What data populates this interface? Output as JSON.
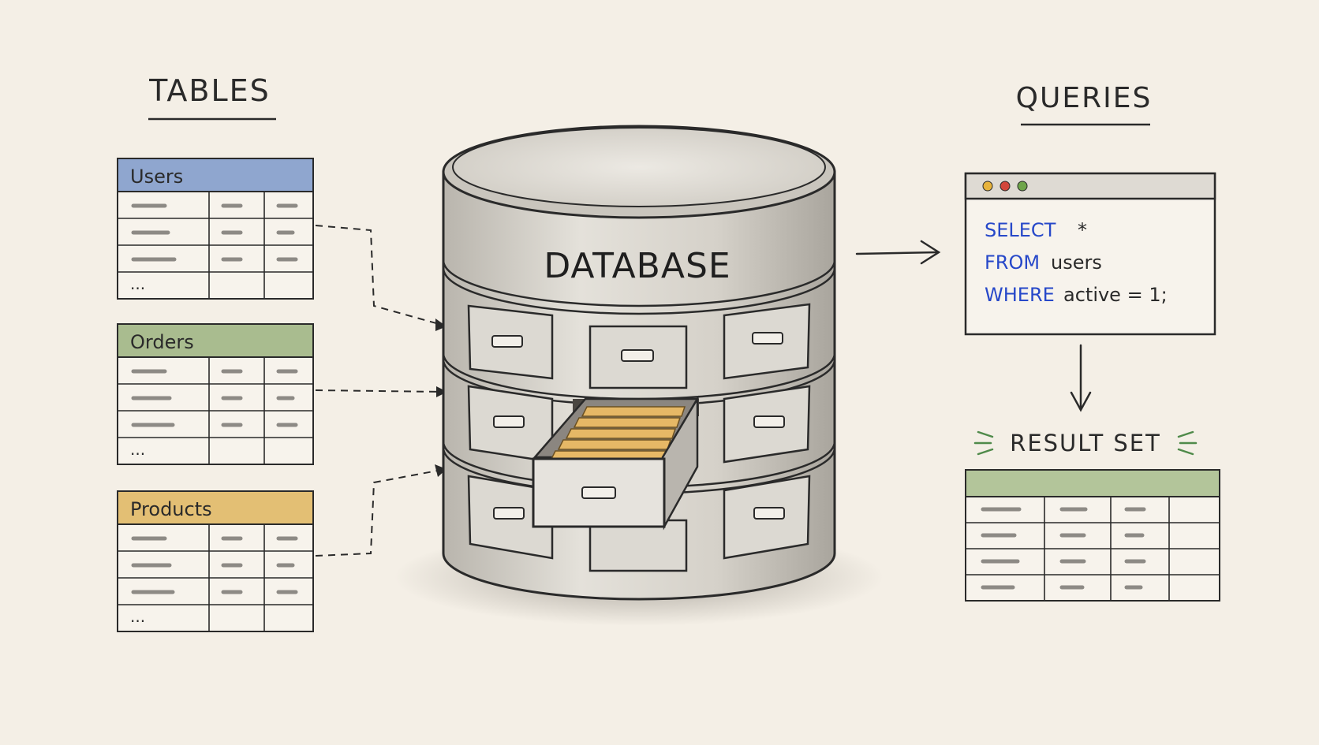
{
  "tables_section": {
    "heading": "TABLES",
    "tables": [
      {
        "name": "Users",
        "color": "#8fa6cf",
        "ellipsis": "..."
      },
      {
        "name": "Orders",
        "color": "#a9bc8f",
        "ellipsis": "..."
      },
      {
        "name": "Products",
        "color": "#e3bf74",
        "ellipsis": "..."
      }
    ]
  },
  "database": {
    "label": "DATABASE",
    "folder_color": "#e6b866"
  },
  "queries_section": {
    "heading": "QUERIES",
    "window_dots": [
      "#e7b33c",
      "#d2463b",
      "#6ea54a"
    ],
    "keyword_color": "#2748c9",
    "query": {
      "line1_keyword": "SELECT",
      "line1_rest": "*",
      "line2_keyword": "FROM",
      "line2_rest": "users",
      "line3_keyword": "WHERE",
      "line3_rest": "active = 1;"
    }
  },
  "result_set": {
    "label": "RESULT SET",
    "header_color": "#b3c59a",
    "accent_color": "#4f8a4a"
  },
  "colors": {
    "background": "#f4efe6",
    "ink": "#2a2a2a",
    "cylinder_fill": "#d9d6cf"
  }
}
